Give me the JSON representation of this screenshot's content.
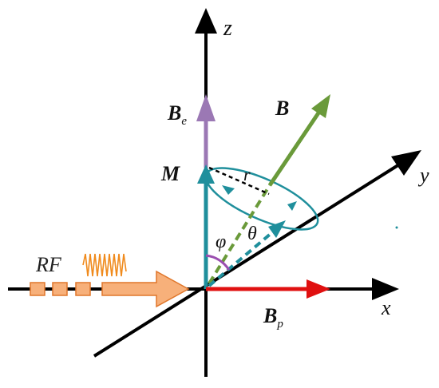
{
  "labels": {
    "z": "z",
    "y": "y",
    "x": "x",
    "B": "B",
    "Be_main": "B",
    "Be_sub": "e",
    "Bp_main": "B",
    "Bp_sub": "p",
    "M": "M",
    "r": "r",
    "theta": "θ",
    "phi": "φ",
    "RF": "RF"
  },
  "colors": {
    "axis": "#000000",
    "B_field": "#6a9a3a",
    "Be_field": "#9b78b4",
    "Bp_field": "#e01010",
    "M_vector": "#1f8f9c",
    "precession_ellipse": "#1f8f9c",
    "rf_signal": "#f08a1c",
    "rf_arrow_fill": "#f7b07a",
    "rf_arrow_stroke": "#e0762a",
    "radius_line": "#000000",
    "phi_arc": "#9b4fb0"
  }
}
